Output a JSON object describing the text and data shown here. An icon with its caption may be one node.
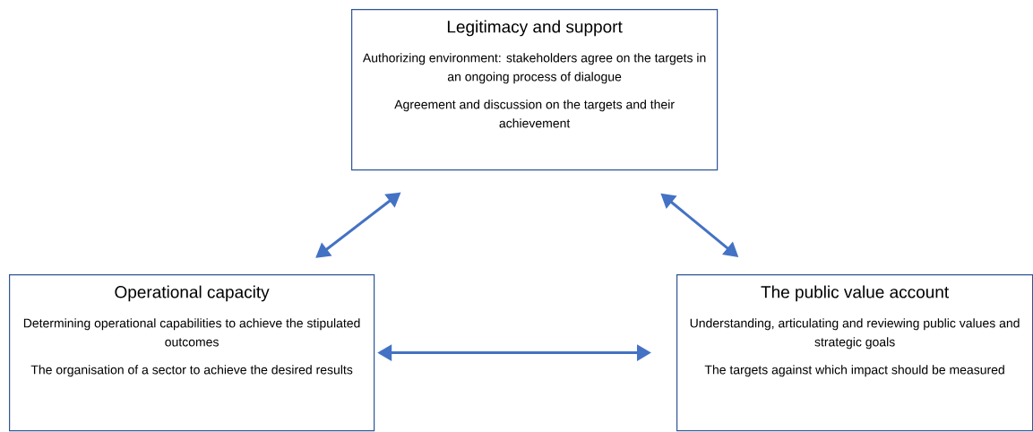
{
  "diagram": {
    "nodes": [
      {
        "text": [
          "Legitimacy and support",
          "Authorizing environment: stakeholders agree on the targets in an ongoing process of dialogue",
          "Agreement and discussion on the targets and their achievement"
        ]
      },
      {
        "text": [
          "Operational capacity",
          "Determining operational capabilities to achieve the stipulated outcomes",
          "The organisation of a sector to achieve the desired results"
        ]
      },
      {
        "text": [
          "The public value account",
          "Understanding, articulating and reviewing public values and strategic goals",
          "The targets against which impact should be measured"
        ]
      }
    ],
    "edges": [
      {
        "from": 1,
        "to": 0,
        "arrow": "both"
      },
      {
        "from": 0,
        "to": 2,
        "arrow": "both"
      },
      {
        "from": 1,
        "to": 2,
        "arrow": "both"
      }
    ]
  }
}
